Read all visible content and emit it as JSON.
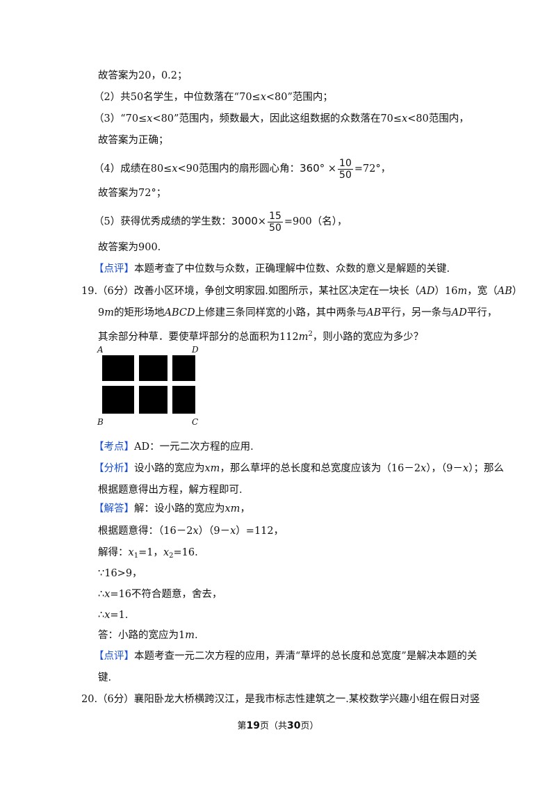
{
  "lines": {
    "l1": "故答案为20，0.2；",
    "l2a": "（2）共50名学生，中位数落在“70≤",
    "l2b": "<80”范围内；",
    "l3a": "（3）“70≤",
    "l3b": "<80”范围内，频数最大，因此这组数据的众数落在70≤",
    "l3c": "<80范围内，",
    "l4": "故答案为正确；",
    "l5a": "（4）成绩在80≤",
    "l5b": "<90范围内的扇形圆心角：",
    "l5_deg": "360°",
    "l5_times": "×",
    "l5_num": "10",
    "l5_den": "50",
    "l5c": "=72°，",
    "l6": "故答案为72°；",
    "l7a": "（5）获得优秀成绩的学生数：",
    "l7_n": "3000",
    "l7_times": "×",
    "l7_num": "15",
    "l7_den": "50",
    "l7c": "=900（名），",
    "l8": "故答案为900.",
    "l9_tag": "【点评】",
    "l9": "本题考查了中位数与众数，正确理解中位数、众数的意义是解题的关键."
  },
  "q19": {
    "head": "19.（6分）改善小区环境，争创文明家园.如图所示，某社区决定在一块长（",
    "AD": "AD",
    "head2": "）16",
    "m": "m",
    "head3": "，宽（",
    "AB": "AB",
    "head4": "）",
    "l2a": "9",
    "l2b": "的矩形场地",
    "ABCD": "ABCD",
    "l2c": "上修建三条同样宽的小路，其中两条与",
    "l2d": "平行，另一条与",
    "l2e": "平行，",
    "l3a": "其余部分种草．要使草坪部分的总面积为112",
    "l3_sup": "2",
    "l3b": "，则小路的宽应为多少？",
    "labels": {
      "A": "A",
      "D": "D",
      "B": "B",
      "C": "C"
    }
  },
  "solution": {
    "kd_tag": "【考点】",
    "kd": "AD：一元二次方程的应用.",
    "fx_tag": "【分析】",
    "fx1a": "设小路的宽应为",
    "fx1b": "，那么草坪的总长度和总宽度应该为（16－2",
    "fx1c": "），（9－",
    "fx1d": "）；那么",
    "fx2": "根据题意得出方程，解方程即可.",
    "jd_tag": "【解答】",
    "jd1a": "解：设小路的宽应为",
    "jd1b": "，",
    "xm": "xm",
    "x": "x",
    "jd2a": "根据题意得：（16－2",
    "jd2b": "）（9－",
    "jd2c": "）=112，",
    "jd3a": "解得：",
    "jd3b": "=1，",
    "jd3c": "=16.",
    "sub1": "1",
    "sub2": "2",
    "jd4": "∵16>9，",
    "jd5a": "∴",
    "jd5b": "=16不符合题意，舍去，",
    "jd6a": "∴",
    "jd6b": "=1.",
    "jd7a": "答：小路的宽应为1",
    "jd7b": ".",
    "dp_tag": "【点评】",
    "dp1": "本题考查一元二次方程的应用，弄清“草坪的总长度和总宽度”是解决本题的关",
    "dp2": "键."
  },
  "q20": {
    "text": "20.（6分）襄阳卧龙大桥横跨汉江，是我市标志性建筑之一.某校数学兴趣小组在假日对竖"
  },
  "footer": {
    "pre": "第",
    "page": "19",
    "mid": "页（共",
    "total": "30",
    "post": "页）"
  }
}
